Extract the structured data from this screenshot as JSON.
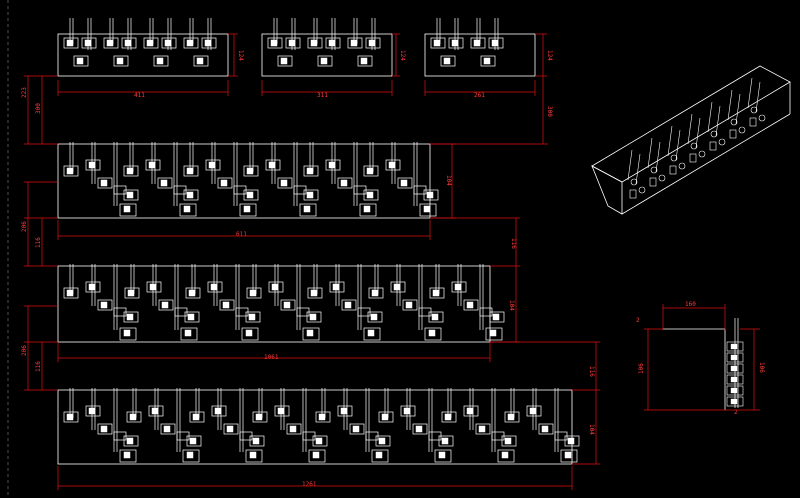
{
  "drawing": {
    "background": "#000000",
    "line_color": "#ffffff",
    "dimension_color": "#e01010"
  },
  "panels": [
    {
      "id": "panel-a",
      "terminals": 4,
      "width_label": "411",
      "height_label": "124"
    },
    {
      "id": "panel-b",
      "terminals": 3,
      "width_label": "311",
      "height_label": "124"
    },
    {
      "id": "panel-c",
      "terminals": 2,
      "width_label": "261",
      "height_label": "124"
    },
    {
      "id": "panel-d",
      "terminals": 6,
      "width_label": "611",
      "height_label": "104"
    },
    {
      "id": "panel-e",
      "terminals": 7,
      "width_label": "1061",
      "height_label": "104"
    },
    {
      "id": "panel-f",
      "terminals": 8,
      "width_label": "1261",
      "height_label": "104"
    }
  ],
  "side_dims": {
    "top_left_a": "223",
    "top_left_b": "300",
    "top_right": "300",
    "mid_left_a": "206",
    "mid_left_b": "116",
    "mid_right": "116",
    "low_left_a": "206",
    "low_left_b": "116",
    "low_right": "116"
  },
  "detail": {
    "top_label": "160",
    "left_label": "106",
    "right_label": "106",
    "small_label": "2"
  }
}
